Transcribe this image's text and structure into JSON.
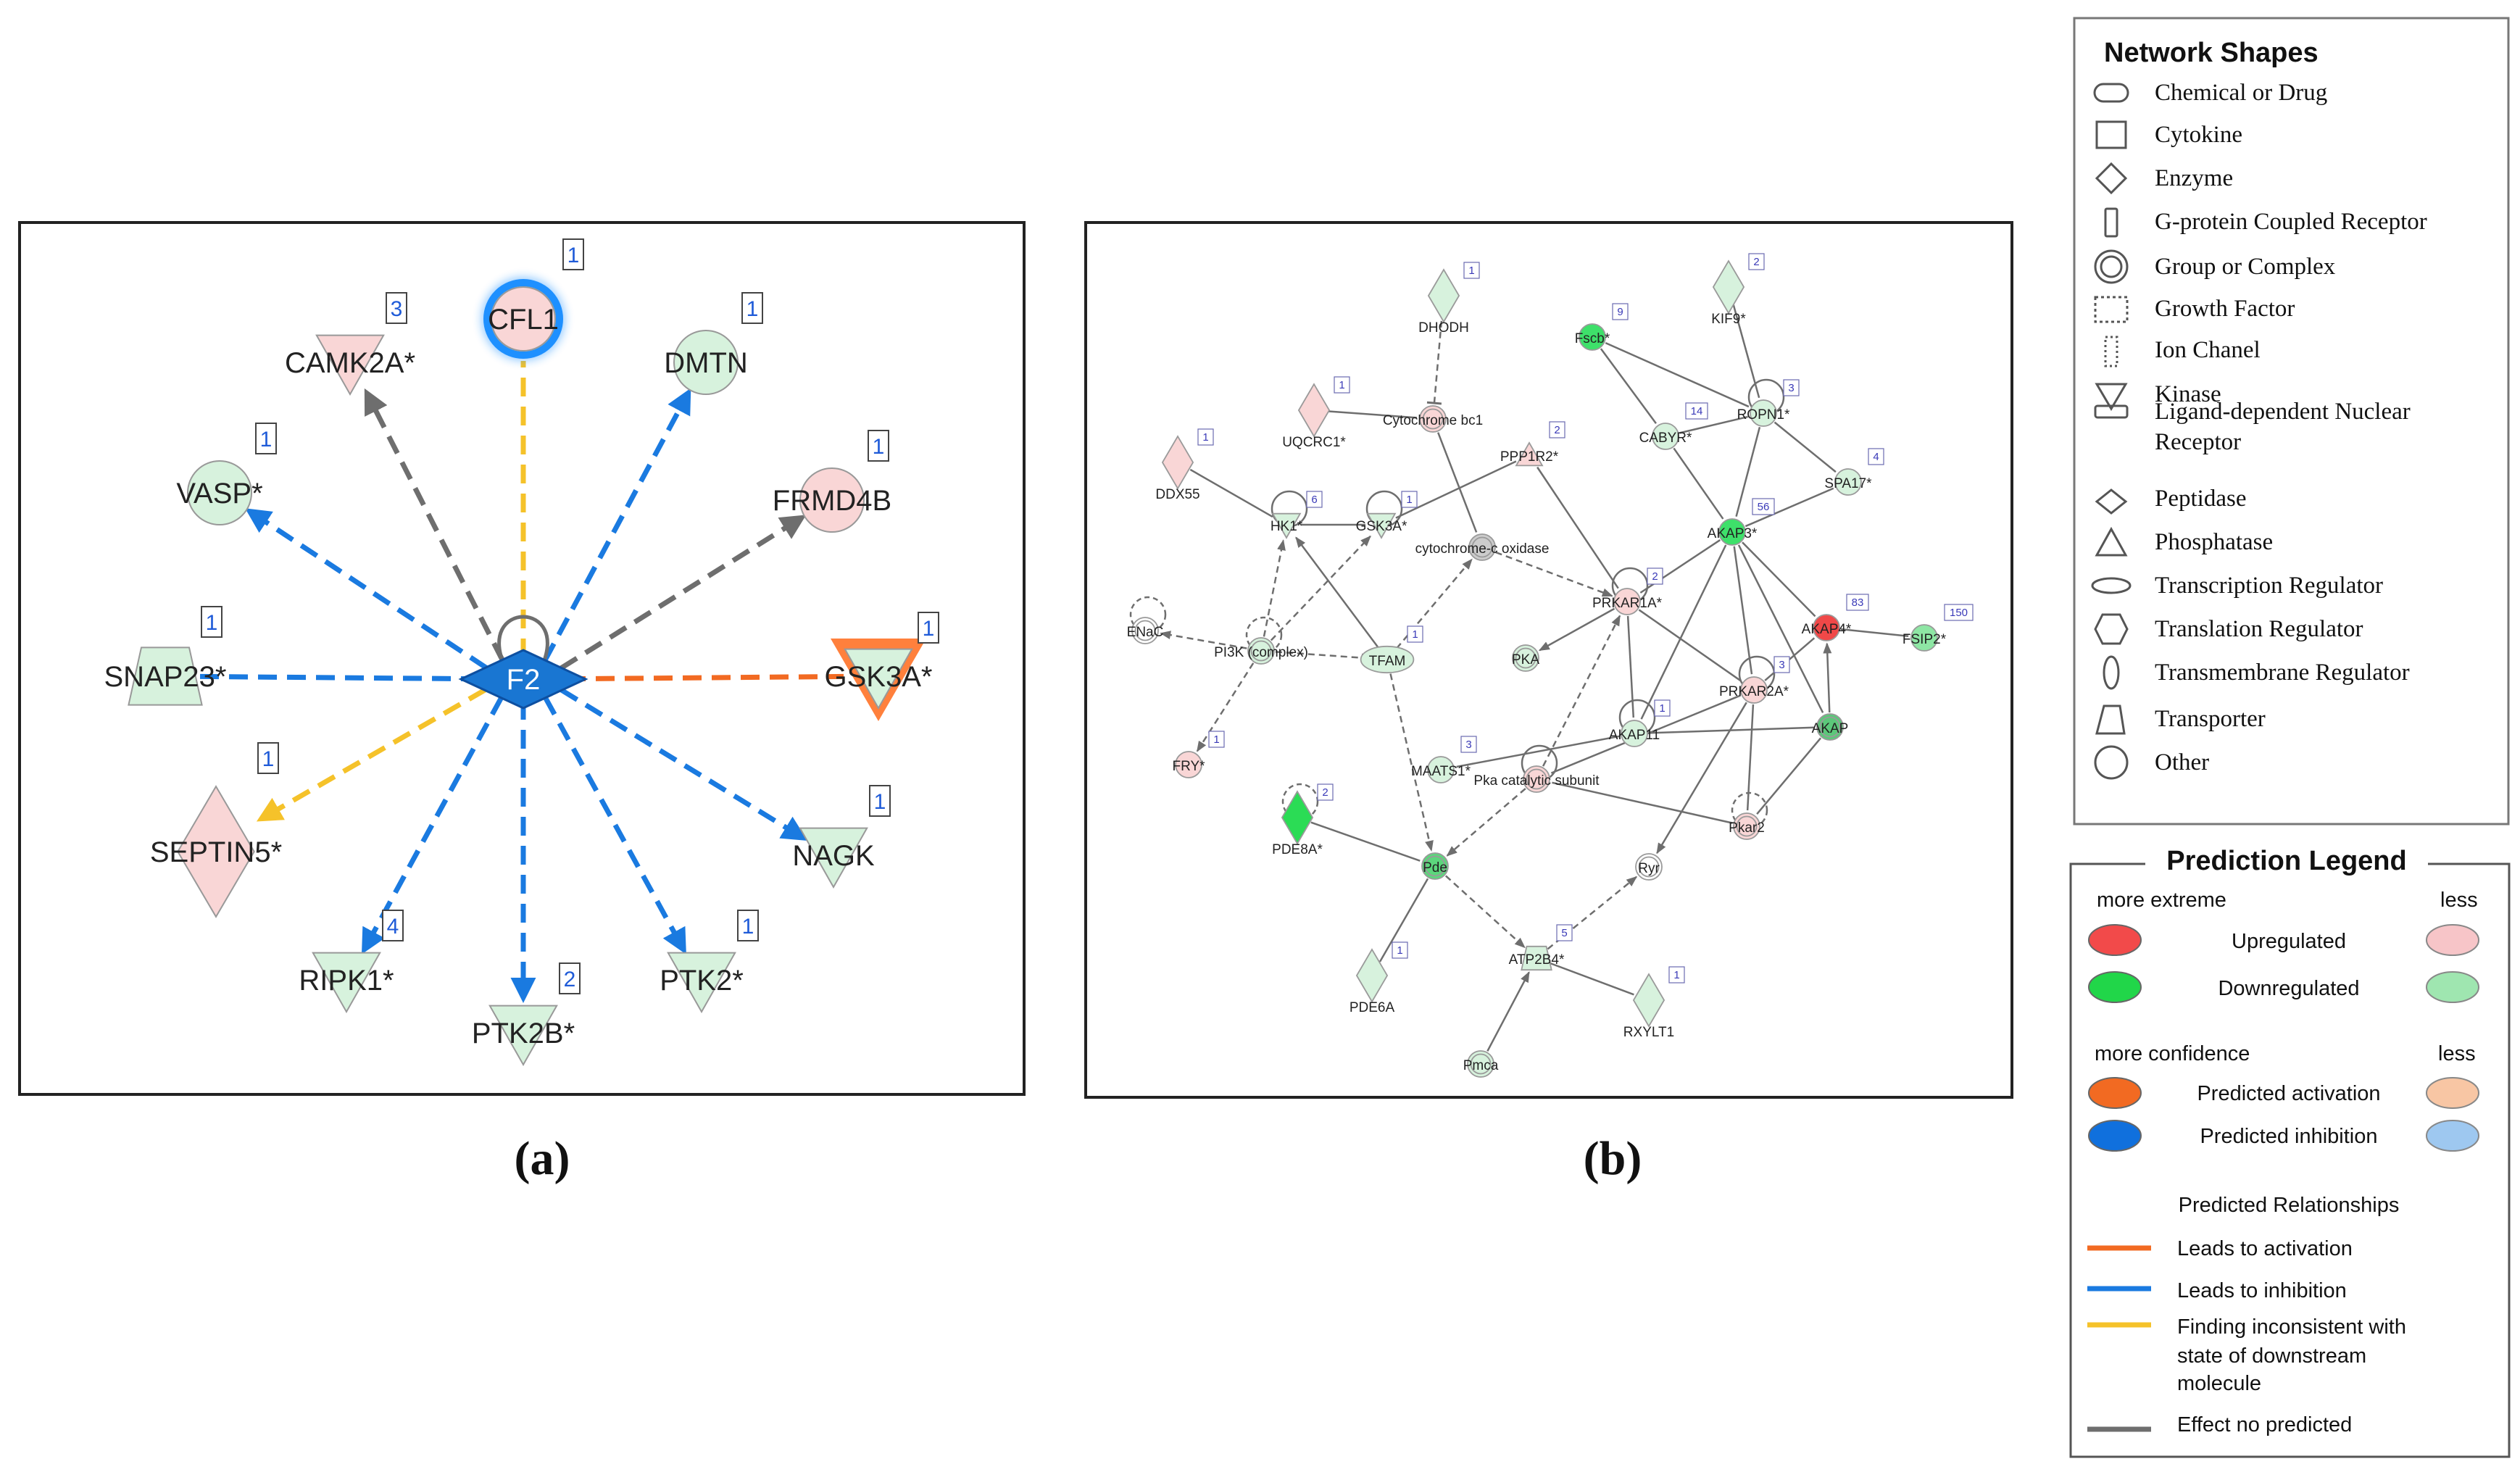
{
  "panel_a": {
    "caption": "(a)",
    "center": {
      "label": "F2",
      "shape": "enzyme",
      "fill": "#1976d2"
    },
    "nodes": [
      {
        "label": "CFL1",
        "count": "1",
        "shape": "circle",
        "fill": "#f9d6d6",
        "glow": "#1e90ff",
        "edge": "yellow"
      },
      {
        "label": "CAMK2A*",
        "count": "3",
        "shape": "kinase",
        "fill": "#f9d6d6",
        "edge": "gray"
      },
      {
        "label": "DMTN",
        "count": "1",
        "shape": "circle",
        "fill": "#d7f2dd",
        "edge": "blue"
      },
      {
        "label": "VASP*",
        "count": "1",
        "shape": "circle",
        "fill": "#d7f2dd",
        "edge": "blue"
      },
      {
        "label": "FRMD4B",
        "count": "1",
        "shape": "circle",
        "fill": "#f9d6d6",
        "edge": "gray"
      },
      {
        "label": "SNAP23*",
        "count": "1",
        "shape": "transporter",
        "fill": "#d7f2dd",
        "edge": "blue-flat"
      },
      {
        "label": "GSK3A*",
        "count": "1",
        "shape": "kinase",
        "fill": "#d7f2dd",
        "glow": "#ff6a1a",
        "edge": "orange-flat"
      },
      {
        "label": "SEPTIN5*",
        "count": "1",
        "shape": "diamond",
        "fill": "#f9d6d6",
        "edge": "yellow"
      },
      {
        "label": "NAGK",
        "count": "1",
        "shape": "kinase",
        "fill": "#d7f2dd",
        "edge": "blue"
      },
      {
        "label": "RIPK1*",
        "count": "4",
        "shape": "kinase",
        "fill": "#d7f2dd",
        "edge": "blue"
      },
      {
        "label": "PTK2B*",
        "count": "2",
        "shape": "kinase",
        "fill": "#d7f2dd",
        "edge": "blue"
      },
      {
        "label": "PTK2*",
        "count": "1",
        "shape": "kinase",
        "fill": "#d7f2dd",
        "edge": "blue"
      }
    ]
  },
  "panel_b": {
    "caption": "(b)",
    "nodes": [
      {
        "id": "DHODH",
        "label": "DHODH",
        "count": "1",
        "shape": "diamond",
        "fill": "#d7f2dd"
      },
      {
        "id": "KIF9",
        "label": "KIF9*",
        "count": "2",
        "shape": "diamond",
        "fill": "#d7f2dd"
      },
      {
        "id": "Fscb",
        "label": "Fscb*",
        "count": "9",
        "shape": "circle",
        "fill": "#3ee06a"
      },
      {
        "id": "UQCRC1",
        "label": "UQCRC1*",
        "count": "1",
        "shape": "diamond",
        "fill": "#f9d6d6"
      },
      {
        "id": "Cytbc1",
        "label": "Cytochrome bc1",
        "count": "",
        "shape": "complex",
        "fill": "#f9d6d6"
      },
      {
        "id": "CABYR",
        "label": "CABYR*",
        "count": "14",
        "shape": "circle",
        "fill": "#d7f2dd"
      },
      {
        "id": "ROPN1",
        "label": "ROPN1*",
        "count": "3",
        "shape": "circle",
        "fill": "#d7f2dd"
      },
      {
        "id": "DDX55",
        "label": "DDX55",
        "count": "1",
        "shape": "diamond",
        "fill": "#f9d6d6"
      },
      {
        "id": "PPP1R2",
        "label": "PPP1R2*",
        "count": "2",
        "shape": "phosphatase",
        "fill": "#f9d6d6"
      },
      {
        "id": "SPA17",
        "label": "SPA17*",
        "count": "4",
        "shape": "circle",
        "fill": "#d7f2dd"
      },
      {
        "id": "HK1",
        "label": "HK1*",
        "count": "6",
        "shape": "kinase",
        "fill": "#d7f2dd"
      },
      {
        "id": "GSK3A",
        "label": "GSK3A*",
        "count": "1",
        "shape": "kinase",
        "fill": "#d7f2dd"
      },
      {
        "id": "AKAP3",
        "label": "AKAP3*",
        "count": "56",
        "shape": "circle",
        "fill": "#3ee06a"
      },
      {
        "id": "CytCox",
        "label": "cytochrome-c oxidase",
        "count": "",
        "shape": "complex",
        "fill": "#cccccc"
      },
      {
        "id": "PRKAR1A",
        "label": "PRKAR1A*",
        "count": "2",
        "shape": "circle",
        "fill": "#f9d6d6"
      },
      {
        "id": "AKAP4",
        "label": "AKAP4*",
        "count": "83",
        "shape": "circle",
        "fill": "#f04848"
      },
      {
        "id": "FSIP2",
        "label": "FSIP2*",
        "count": "150",
        "shape": "circle",
        "fill": "#8ee6a4"
      },
      {
        "id": "ENaC",
        "label": "ENaC",
        "count": "",
        "shape": "complex",
        "fill": "#ffffff"
      },
      {
        "id": "PI3K",
        "label": "PI3K (complex)",
        "count": "",
        "shape": "complex",
        "fill": "#d7f2dd"
      },
      {
        "id": "TFAM",
        "label": "TFAM",
        "count": "1",
        "shape": "ellipse",
        "fill": "#d7f2dd"
      },
      {
        "id": "PKA",
        "label": "PKA",
        "count": "",
        "shape": "complex",
        "fill": "#d7f2dd"
      },
      {
        "id": "PRKAR2A",
        "label": "PRKAR2A*",
        "count": "3",
        "shape": "circle",
        "fill": "#f9d6d6"
      },
      {
        "id": "AKAP11",
        "label": "AKAP11",
        "count": "1",
        "shape": "circle",
        "fill": "#d7f2dd"
      },
      {
        "id": "AKAP",
        "label": "AKAP",
        "count": "",
        "shape": "complex",
        "fill": "#5cc87a"
      },
      {
        "id": "FRY",
        "label": "FRY*",
        "count": "1",
        "shape": "circle",
        "fill": "#f9d6d6"
      },
      {
        "id": "PDE8A",
        "label": "PDE8A*",
        "count": "2",
        "shape": "diamond",
        "fill": "#2bdc55"
      },
      {
        "id": "MAATS1",
        "label": "MAATS1*",
        "count": "3",
        "shape": "circle",
        "fill": "#d7f2dd"
      },
      {
        "id": "PkaCat",
        "label": "Pka catalytic subunit",
        "count": "",
        "shape": "complex",
        "fill": "#f9d6d6"
      },
      {
        "id": "Pkar2",
        "label": "Pkar2",
        "count": "",
        "shape": "complex",
        "fill": "#f9d6d6"
      },
      {
        "id": "Pde",
        "label": "Pde",
        "count": "",
        "shape": "complex",
        "fill": "#5cd67c"
      },
      {
        "id": "Ryr",
        "label": "Ryr",
        "count": "",
        "shape": "complex",
        "fill": "#ffffff"
      },
      {
        "id": "PDE6A",
        "label": "PDE6A",
        "count": "1",
        "shape": "diamond",
        "fill": "#d7f2dd"
      },
      {
        "id": "ATP2B4",
        "label": "ATP2B4*",
        "count": "5",
        "shape": "transporter",
        "fill": "#d7f2dd"
      },
      {
        "id": "RXYLT1",
        "label": "RXYLT1",
        "count": "1",
        "shape": "diamond",
        "fill": "#d7f2dd"
      },
      {
        "id": "Pmca",
        "label": "Pmca",
        "count": "",
        "shape": "complex",
        "fill": "#d7f2dd"
      }
    ],
    "edges": [
      [
        "DHODH",
        "Cytbc1",
        "dashed",
        "inhibit"
      ],
      [
        "UQCRC1",
        "Cytbc1",
        "solid",
        "none"
      ],
      [
        "Cytbc1",
        "CytCox",
        "solid",
        "none"
      ],
      [
        "Fscb",
        "ROPN1",
        "solid",
        "none"
      ],
      [
        "Fscb",
        "CABYR",
        "solid",
        "none"
      ],
      [
        "KIF9",
        "ROPN1",
        "solid",
        "none"
      ],
      [
        "CABYR",
        "ROPN1",
        "solid",
        "none"
      ],
      [
        "CABYR",
        "AKAP3",
        "solid",
        "none"
      ],
      [
        "ROPN1",
        "AKAP3",
        "solid",
        "none"
      ],
      [
        "ROPN1",
        "SPA17",
        "solid",
        "none"
      ],
      [
        "AKAP3",
        "SPA17",
        "solid",
        "none"
      ],
      [
        "DDX55",
        "HK1",
        "solid",
        "none"
      ],
      [
        "HK1",
        "GSK3A",
        "solid",
        "none"
      ],
      [
        "PPP1R2",
        "GSK3A",
        "solid",
        "none"
      ],
      [
        "PPP1R2",
        "PRKAR1A",
        "solid",
        "none"
      ],
      [
        "CytCox",
        "PRKAR1A",
        "dashed",
        "arrow"
      ],
      [
        "AKAP3",
        "PRKAR1A",
        "solid",
        "none"
      ],
      [
        "AKAP3",
        "AKAP4",
        "solid",
        "none"
      ],
      [
        "AKAP3",
        "AKAP",
        "solid",
        "none"
      ],
      [
        "AKAP3",
        "AKAP11",
        "solid",
        "none"
      ],
      [
        "AKAP3",
        "PRKAR2A",
        "solid",
        "none"
      ],
      [
        "AKAP4",
        "FSIP2",
        "solid",
        "none"
      ],
      [
        "AKAP",
        "AKAP4",
        "solid",
        "arrow"
      ],
      [
        "PRKAR2A",
        "AKAP4",
        "solid",
        "none"
      ],
      [
        "PRKAR1A",
        "PKA",
        "solid",
        "arrow"
      ],
      [
        "PRKAR1A",
        "AKAP11",
        "solid",
        "none"
      ],
      [
        "PRKAR1A",
        "PRKAR2A",
        "solid",
        "none"
      ],
      [
        "PRKAR2A",
        "PkaCat",
        "solid",
        "none"
      ],
      [
        "PRKAR2A",
        "Pkar2",
        "solid",
        "none"
      ],
      [
        "PRKAR2A",
        "Ryr",
        "solid",
        "arrow"
      ],
      [
        "AKAP11",
        "AKAP",
        "solid",
        "none"
      ],
      [
        "AKAP11",
        "MAATS1",
        "solid",
        "none"
      ],
      [
        "AKAP",
        "Pkar2",
        "solid",
        "none"
      ],
      [
        "PI3K",
        "ENaC",
        "dashed",
        "arrow"
      ],
      [
        "PI3K",
        "FRY",
        "dashed",
        "arrow"
      ],
      [
        "PI3K",
        "HK1",
        "dashed",
        "arrow"
      ],
      [
        "PI3K",
        "GSK3A",
        "dashed",
        "arrow"
      ],
      [
        "PI3K",
        "TFAM",
        "dashed",
        "arrow"
      ],
      [
        "TFAM",
        "HK1",
        "solid",
        "arrow"
      ],
      [
        "TFAM",
        "CytCox",
        "dashed",
        "arrow"
      ],
      [
        "TFAM",
        "Pde",
        "dashed",
        "arrow"
      ],
      [
        "PkaCat",
        "PRKAR1A",
        "dashed",
        "arrow"
      ],
      [
        "PkaCat",
        "Pde",
        "dashed",
        "arrow"
      ],
      [
        "Pkar2",
        "PkaCat",
        "solid",
        "none"
      ],
      [
        "PDE8A",
        "Pde",
        "solid",
        "none"
      ],
      [
        "Pde",
        "PDE6A",
        "solid",
        "none"
      ],
      [
        "Pde",
        "ATP2B4",
        "dashed",
        "arrow"
      ],
      [
        "ATP2B4",
        "Ryr",
        "dashed",
        "arrow"
      ],
      [
        "ATP2B4",
        "RXYLT1",
        "solid",
        "none"
      ],
      [
        "Pmca",
        "ATP2B4",
        "solid",
        "arrow"
      ]
    ],
    "self_loops": [
      [
        "HK1",
        "solid"
      ],
      [
        "GSK3A",
        "solid"
      ],
      [
        "ROPN1",
        "solid"
      ],
      [
        "PRKAR1A",
        "solid"
      ],
      [
        "PRKAR2A",
        "solid"
      ],
      [
        "AKAP11",
        "solid"
      ],
      [
        "PkaCat",
        "solid"
      ],
      [
        "ENaC",
        "dashed"
      ],
      [
        "PI3K",
        "dashed"
      ],
      [
        "PDE8A",
        "dashed"
      ],
      [
        "Pkar2",
        "dashed"
      ]
    ]
  },
  "network_shapes": {
    "title": "Network Shapes",
    "items": [
      {
        "label": "Chemical or Drug",
        "icon": "chemical-icon"
      },
      {
        "label": "Cytokine",
        "icon": "cytokine-icon"
      },
      {
        "label": "Enzyme",
        "icon": "enzyme-icon"
      },
      {
        "label": "G-protein Coupled Receptor",
        "icon": "gpcr-icon"
      },
      {
        "label": "Group or Complex",
        "icon": "complex-icon"
      },
      {
        "label": "Growth Factor",
        "icon": "growth-factor-icon"
      },
      {
        "label": "Ion Chanel",
        "icon": "ion-channel-icon"
      },
      {
        "label": "Kinase",
        "icon": "kinase-icon"
      },
      {
        "label": "Ligand-dependent Nuclear Receptor",
        "icon": "nuclear-receptor-icon"
      },
      {
        "label": "Peptidase",
        "icon": "peptidase-icon"
      },
      {
        "label": "Phosphatase",
        "icon": "phosphatase-icon"
      },
      {
        "label": "Transcription Regulator",
        "icon": "transcription-regulator-icon"
      },
      {
        "label": "Translation Regulator",
        "icon": "translation-regulator-icon"
      },
      {
        "label": "Transmembrane Regulator",
        "icon": "transmembrane-regulator-icon"
      },
      {
        "label": "Transporter",
        "icon": "transporter-icon"
      },
      {
        "label": "Other",
        "icon": "other-icon"
      }
    ]
  },
  "prediction_legend": {
    "title": "Prediction Legend",
    "more_extreme": "more extreme",
    "less1": "less",
    "upregulated": "Upregulated",
    "downregulated": "Downregulated",
    "more_confidence": "more confidence",
    "less2": "less",
    "predicted_activation": "Predicted activation",
    "predicted_inhibition": "Predicted inhibition",
    "predicted_relationships": "Predicted Relationships",
    "leads_to_activation": "Leads to activation",
    "leads_to_inhibition": "Leads to inhibition",
    "finding_inconsistent": [
      "Finding inconsistent with",
      "state of downstream",
      "molecule"
    ],
    "effect_no_predicted": "Effect no predicted",
    "colors": {
      "up_strong": "#f24a4a",
      "up_weak": "#f7c5c8",
      "down_strong": "#21d649",
      "down_weak": "#9fe6b0",
      "act_strong": "#f26a22",
      "act_weak": "#f8c6a4",
      "inh_strong": "#1070dd",
      "inh_weak": "#9ec8f0",
      "edge_activation": "#f26a22",
      "edge_inhibition": "#1a7ae0",
      "edge_inconsistent": "#f5c22a",
      "edge_none": "#6e6e6e"
    }
  }
}
